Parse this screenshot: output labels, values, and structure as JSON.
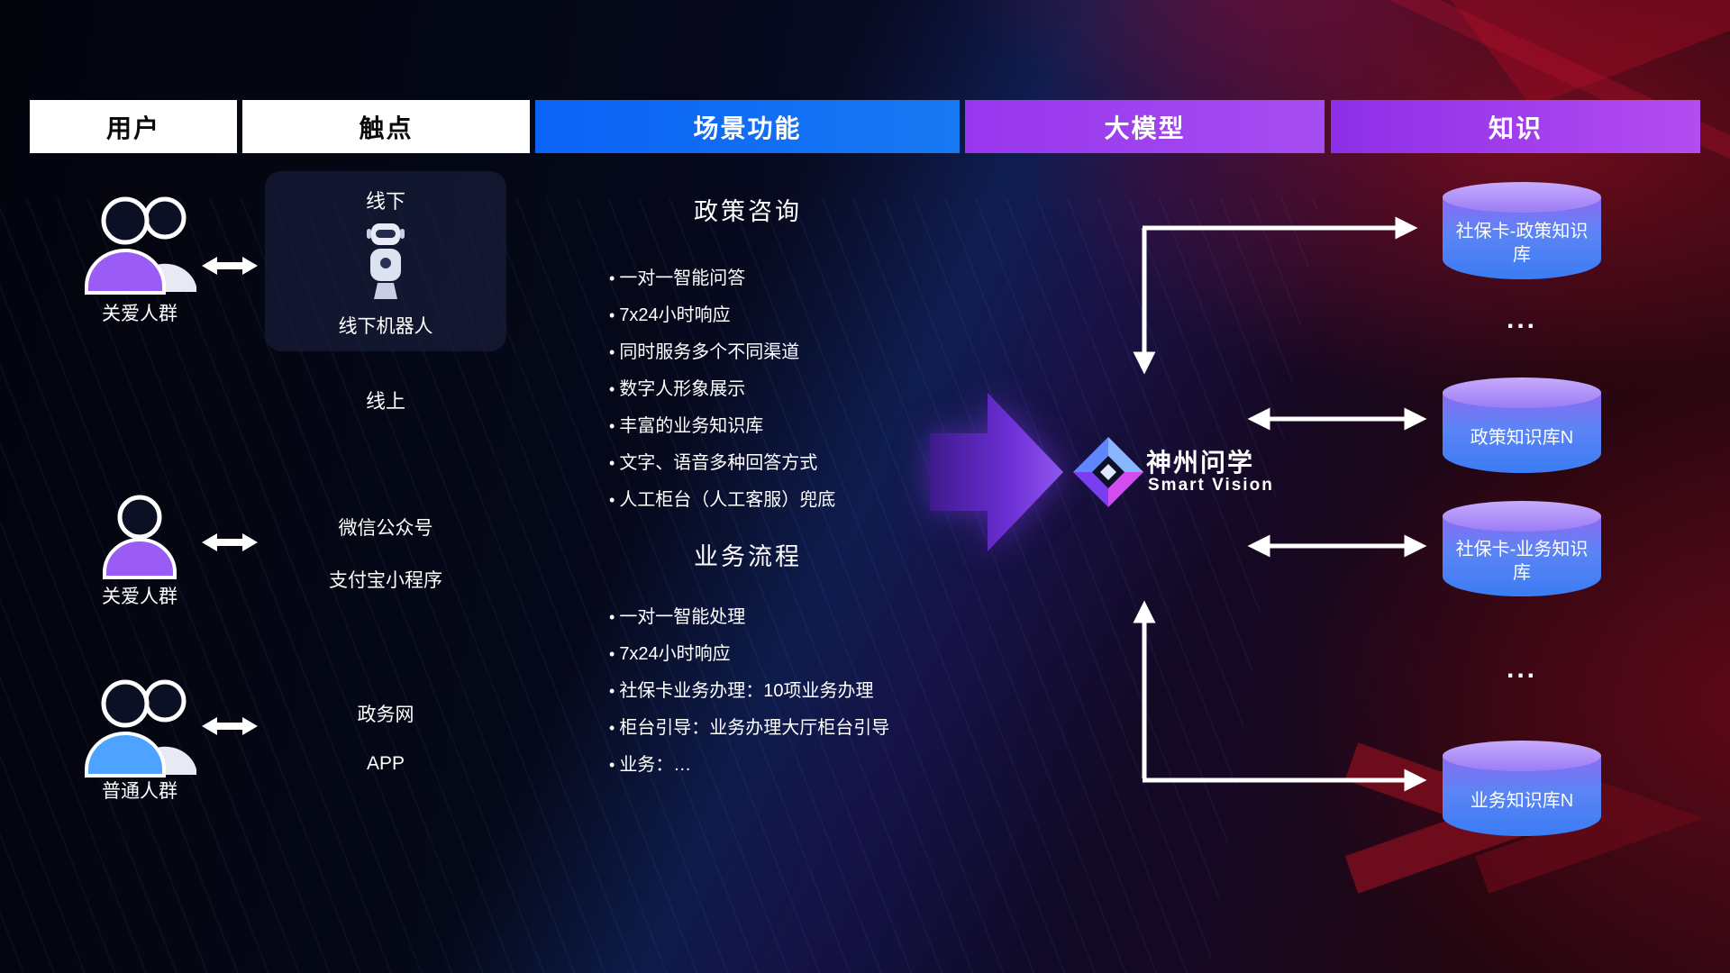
{
  "header": {
    "columns": [
      {
        "label": "用户",
        "bg": "#ffffff",
        "fg": "#0a0a0a"
      },
      {
        "label": "触点",
        "bg": "#ffffff",
        "fg": "#0a0a0a"
      },
      {
        "label": "场景功能",
        "bg": "#0b6af2",
        "fg": "#ffffff"
      },
      {
        "label": "大模型",
        "bg": "#9d41ee",
        "fg": "#ffffff"
      },
      {
        "label": "知识",
        "bg": "#a34df0",
        "fg": "#ffffff"
      }
    ]
  },
  "users": [
    {
      "label": "关爱人群",
      "icon": "user-group-icon",
      "color": "#9b5cf6"
    },
    {
      "label": "关爱人群",
      "icon": "user-single-icon",
      "color": "#9b5cf6"
    },
    {
      "label": "普通人群",
      "icon": "user-group-icon",
      "color": "#4da3ff"
    }
  ],
  "touchpoints": {
    "offline_title": "线下",
    "offline_robot_label": "线下机器人",
    "online_title": "线上",
    "channels": [
      "微信公众号",
      "支付宝小程序",
      "政务网",
      "APP"
    ]
  },
  "scenarios": [
    {
      "title": "政策咨询",
      "items": [
        "一对一智能问答",
        "7x24小时响应",
        "同时服务多个不同渠道",
        "数字人形象展示",
        "丰富的业务知识库",
        "文字、语音多种回答方式",
        "人工柜台（人工客服）兜底"
      ]
    },
    {
      "title": "业务流程",
      "items": [
        "一对一智能处理",
        "7x24小时响应",
        "社保卡业务办理：10项业务办理",
        "柜台引导：业务办理大厅柜台引导",
        "业务：…"
      ]
    }
  ],
  "model": {
    "name": "神州问学",
    "subtitle": "Smart Vision",
    "logo_icon": "diamond-logo-icon"
  },
  "knowledge": {
    "databases": [
      "社保卡-政策知识库",
      "政策知识库N",
      "社保卡-业务知识库",
      "业务知识库N"
    ],
    "ellipsis": "..."
  },
  "icons": {
    "user_group": "user-group-icon",
    "user_single": "user-single-icon",
    "double_arrow": "double-arrow-icon",
    "robot": "robot-icon",
    "big_arrow": "big-right-arrow-icon",
    "logo": "diamond-logo-icon",
    "database": "database-cylinder-icon"
  },
  "colors": {
    "accent_blue": "#0b6af2",
    "accent_purple": "#9d41ee",
    "user_purple": "#9b5cf6",
    "user_blue": "#4da3ff",
    "db_top": "#b195f8",
    "db_body": "#3b7cf4",
    "arrow_purple": "#6d2fd6"
  }
}
